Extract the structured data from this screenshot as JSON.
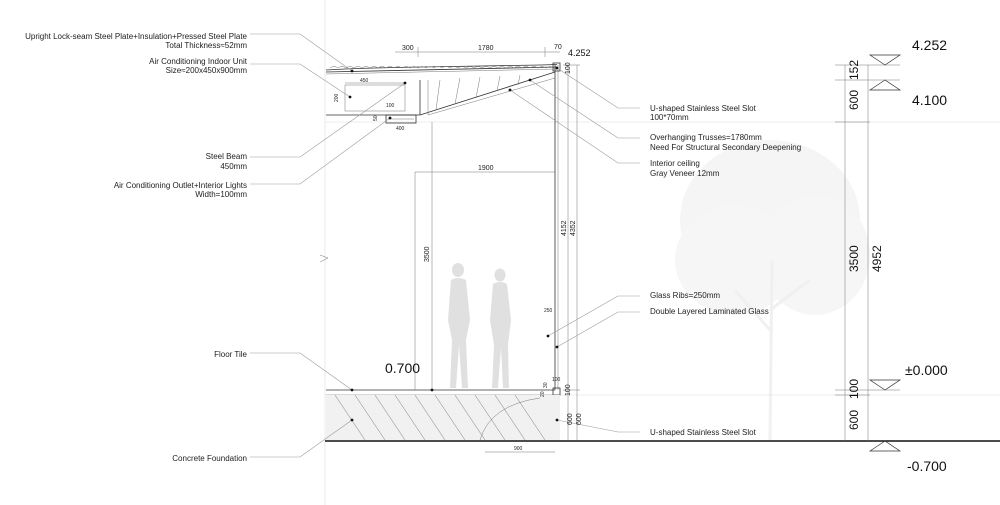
{
  "labels_left": [
    {
      "line1": "Upright Lock-seam Steel Plate+Insulation+Pressed Steel Plate",
      "line2": "Total Thickness≈52mm"
    },
    {
      "line1": "Air Conditioning Indoor Unit",
      "line2": "Size≈200x450x900mm"
    },
    {
      "line1": "Steel Beam",
      "line2": "450mm"
    },
    {
      "line1": "Air Conditioning Outlet+Interior Lights",
      "line2": "Width=100mm"
    },
    {
      "line1": "Floor Tile",
      "line2": ""
    },
    {
      "line1": "Concrete Foundation",
      "line2": ""
    }
  ],
  "labels_right": [
    {
      "line1": "U-shaped Stainless Steel Slot",
      "line2": "100*70mm"
    },
    {
      "line1": "Overhanging Trusses=1780mm",
      "line2": "Need For Structural Secondary Deepening"
    },
    {
      "line1": "Interior ceiling",
      "line2": "Gray Veneer 12mm"
    },
    {
      "line1": "Glass Ribs=250mm",
      "line2": ""
    },
    {
      "line1": "Double Layered Laminated Glass",
      "line2": ""
    },
    {
      "line1": "U-shaped Stainless Steel Slot",
      "line2": ""
    }
  ],
  "dims": {
    "top_300": "300",
    "top_1780": "1780",
    "top_70": "70",
    "top_elev": "4.252",
    "unit_450": "450",
    "unit_200": "200",
    "beam_100": "100",
    "beam_50": "50",
    "beam_400": "400",
    "slot_100": "100",
    "span_1900": "1900",
    "h_3500": "3500",
    "h_4152": "4152",
    "h_4352": "4352",
    "rib_250": "250",
    "floor_070": "0.700",
    "base_100": "100",
    "base_20": "20",
    "base_30": "30",
    "base_100b": "100",
    "found_600a": "600",
    "found_600b": "600",
    "bottom_900": "900"
  },
  "right_dims": {
    "d152": "152",
    "d600a": "600",
    "d3500": "3500",
    "d4952": "4952",
    "d100": "100",
    "d600b": "600"
  },
  "elevations": {
    "e4252": "4.252",
    "e4100": "4.100",
    "e0000": "±0.000",
    "em0700": "-0.700"
  }
}
